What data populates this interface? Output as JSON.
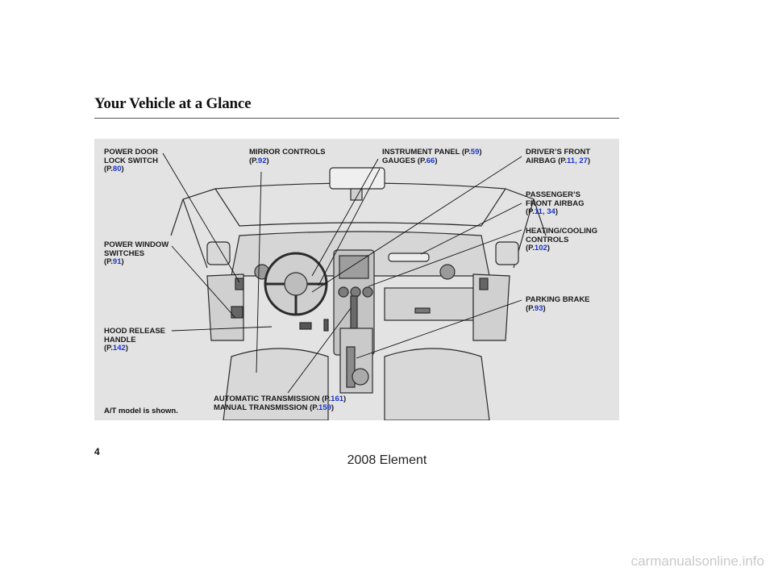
{
  "page": {
    "title": "Your Vehicle at a Glance",
    "page_number": "4",
    "footer": "2008  Element",
    "watermark": "carmanualsonline.info",
    "note": "A/T model is shown."
  },
  "callouts": {
    "power_door_lock": {
      "lines": [
        "POWER DOOR",
        "LOCK SWITCH"
      ],
      "prefix": "(P.",
      "refs": "80",
      "suffix": ")"
    },
    "mirror_controls": {
      "lines": [
        "MIRROR CONTROLS"
      ],
      "prefix": "(P.",
      "refs": "92",
      "suffix": ")"
    },
    "instrument_panel": {
      "label": "INSTRUMENT PANEL (P.",
      "refs": "59",
      "suffix": ")"
    },
    "gauges": {
      "label": "GAUGES (P.",
      "refs": "66",
      "suffix": ")"
    },
    "drivers_front_airbag": {
      "line1": "DRIVER’S FRONT",
      "label": "AIRBAG (P.",
      "refs": "11, 27",
      "suffix": ")"
    },
    "passengers_front_airbag": {
      "lines": [
        "PASSENGER’S",
        "FRONT AIRBAG"
      ],
      "prefix": "(P.",
      "refs": "11, 34",
      "suffix": ")"
    },
    "heating_cooling": {
      "lines": [
        "HEATING/COOLING",
        "CONTROLS"
      ],
      "prefix": "(P.",
      "refs": "102",
      "suffix": ")"
    },
    "power_window": {
      "lines": [
        "POWER WINDOW",
        "SWITCHES"
      ],
      "prefix": "(P.",
      "refs": "91",
      "suffix": ")"
    },
    "parking_brake": {
      "lines": [
        "PARKING BRAKE"
      ],
      "prefix": "(P.",
      "refs": "93",
      "suffix": ")"
    },
    "hood_release": {
      "lines": [
        "HOOD RELEASE",
        "HANDLE"
      ],
      "prefix": "(P.",
      "refs": "142",
      "suffix": ")"
    },
    "automatic_transmission": {
      "label": "AUTOMATIC TRANSMISSION (P.",
      "refs": "161",
      "suffix": ")"
    },
    "manual_transmission": {
      "label": "MANUAL TRANSMISSION (P.",
      "refs": "159",
      "suffix": ")"
    }
  }
}
